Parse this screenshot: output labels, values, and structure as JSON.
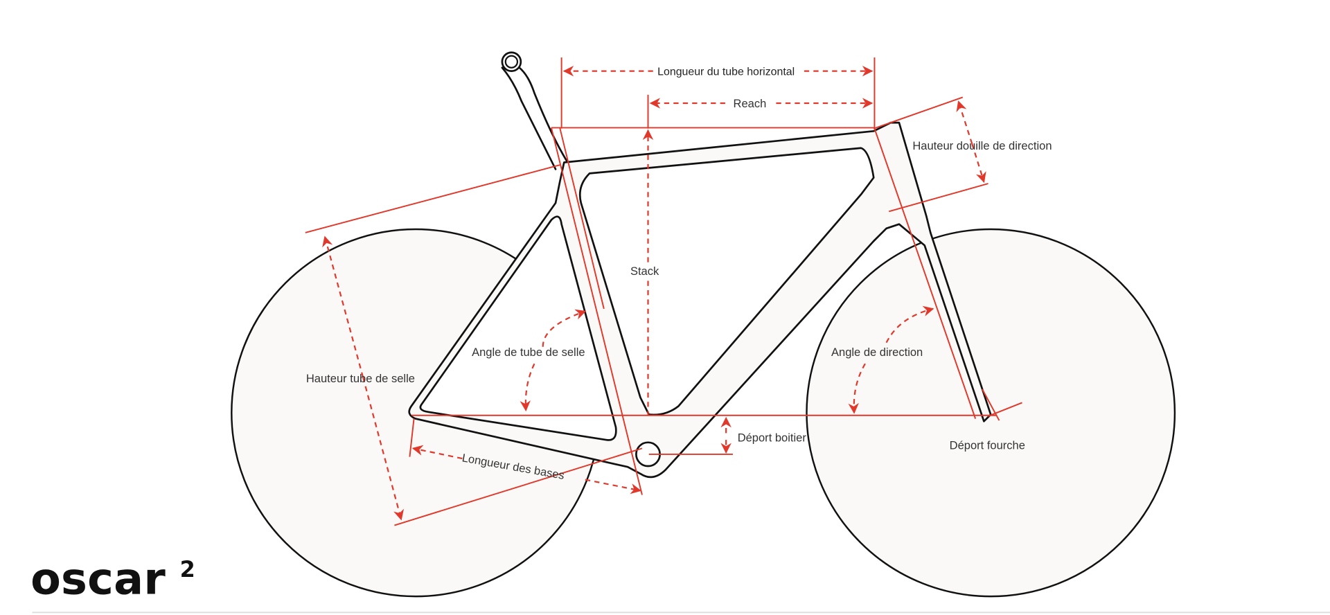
{
  "brand": {
    "name": "oscar",
    "superscript": "2"
  },
  "labels": {
    "top_tube_length": "Longueur du tube horizontal",
    "reach": "Reach",
    "head_tube_height": "Hauteur douille de direction",
    "stack": "Stack",
    "seat_tube_angle": "Angle de tube de selle",
    "seat_tube_height": "Hauteur tube de selle",
    "head_angle": "Angle de direction",
    "bb_drop": "Déport boitier",
    "fork_offset": "Déport fourche",
    "chainstay_length": "Longueur des bases"
  },
  "colors": {
    "accent": "#e0392b",
    "frame": "#111111",
    "wheel_fill": "#fbf9f7"
  }
}
